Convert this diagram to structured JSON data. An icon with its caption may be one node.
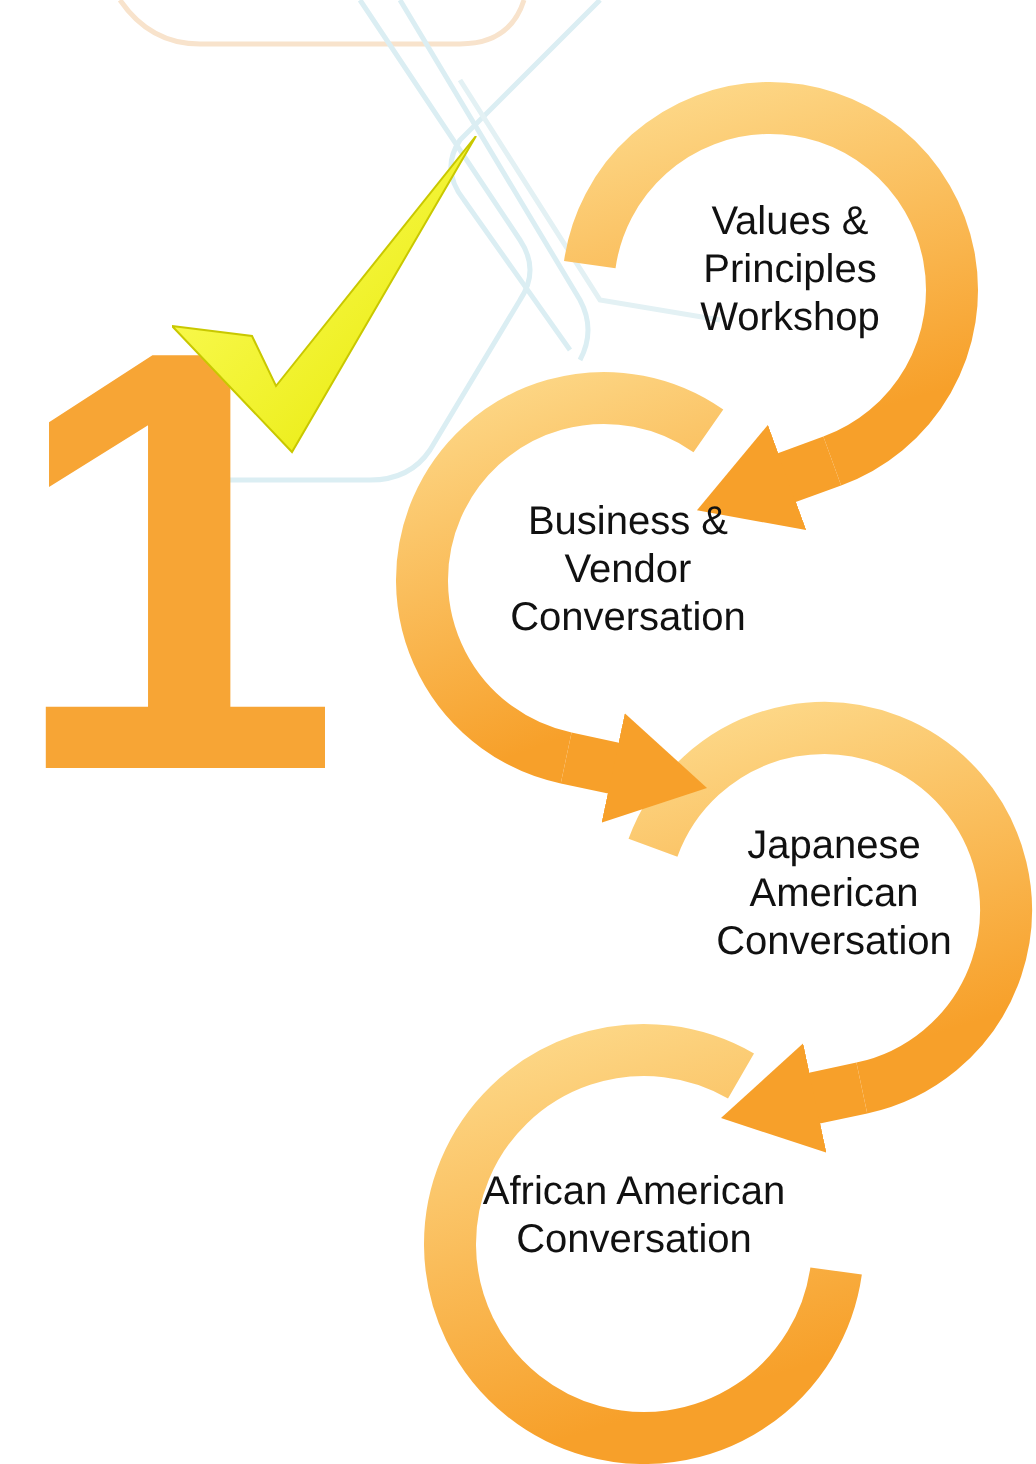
{
  "diagram": {
    "nodes": [
      {
        "text": [
          "Values & Principles Workshop"
        ]
      },
      {
        "text": [
          "Business & Vendor Conversation"
        ]
      },
      {
        "text": [
          "Japanese American Conversation"
        ]
      },
      {
        "text": [
          "African American Conversation"
        ]
      }
    ],
    "edges": [
      {
        "from": 0,
        "to": 1,
        "arrow": "to"
      },
      {
        "from": 1,
        "to": 2,
        "arrow": "to"
      },
      {
        "from": 2,
        "to": 3,
        "arrow": "to"
      }
    ],
    "labels": [
      "1"
    ]
  }
}
